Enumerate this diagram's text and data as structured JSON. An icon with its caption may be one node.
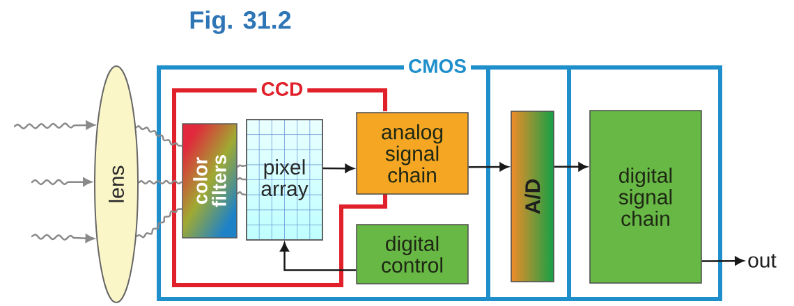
{
  "diagram": {
    "title": "Fig. 31.2",
    "nodes": [
      {
        "text": [
          "lens"
        ]
      },
      {
        "text": [
          "CMOS"
        ]
      },
      {
        "text": [
          "CCD"
        ],
        "in": 1
      },
      {
        "text": [
          "color filters"
        ],
        "in": 2
      },
      {
        "text": [
          "pixel array"
        ],
        "in": 2
      },
      {
        "text": [
          "analog signal chain"
        ],
        "in": 1
      },
      {
        "text": [
          "digital control"
        ],
        "in": 1
      },
      {
        "text": [
          "A/D"
        ],
        "in": 1
      },
      {
        "text": [
          "digital signal chain"
        ],
        "in": 1
      },
      {
        "text": [
          "out"
        ]
      }
    ],
    "edges": [
      {
        "from": null,
        "to": 0,
        "arrow": "to",
        "color": "#8a8a8a"
      },
      {
        "from": null,
        "to": 0,
        "arrow": "to",
        "color": "#8a8a8a"
      },
      {
        "from": null,
        "to": 0,
        "arrow": "to",
        "color": "#8a8a8a"
      },
      {
        "from": 0,
        "to": 3,
        "arrow": "none",
        "color": "#8a8a8a"
      },
      {
        "from": 0,
        "to": 3,
        "arrow": "none",
        "color": "#8a8a8a"
      },
      {
        "from": 0,
        "to": 3,
        "arrow": "none",
        "color": "#8a8a8a"
      },
      {
        "from": 3,
        "to": 4,
        "arrow": "none",
        "color": "#8a8a8a"
      },
      {
        "from": 3,
        "to": 4,
        "arrow": "none",
        "color": "#8a8a8a"
      },
      {
        "from": 3,
        "to": 4,
        "arrow": "none",
        "color": "#8a8a8a"
      },
      {
        "from": 4,
        "to": 5,
        "arrow": "to",
        "color": "#191919"
      },
      {
        "from": 5,
        "to": 7,
        "arrow": "to",
        "color": "#191919"
      },
      {
        "from": 7,
        "to": 8,
        "arrow": "to",
        "color": "#191919"
      },
      {
        "from": 8,
        "to": 9,
        "arrow": "to",
        "color": "#191919"
      },
      {
        "from": 6,
        "to": 4,
        "arrow": "to",
        "color": "#191919"
      }
    ]
  }
}
